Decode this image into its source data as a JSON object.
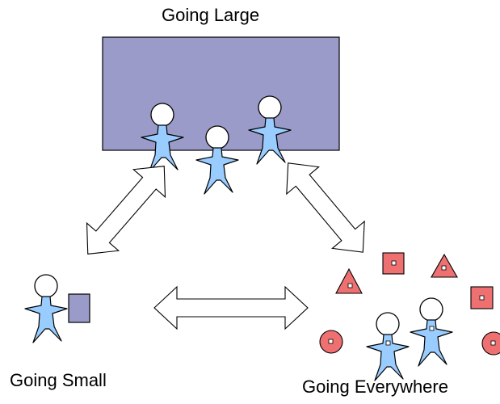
{
  "labels": {
    "going_large": "Going Large",
    "going_small": "Going Small",
    "going_everywhere": "Going Everywhere"
  },
  "colors": {
    "large_rect_fill": "#9b9bc9",
    "person_fill": "#99ccff",
    "shape_fill": "#ee7070",
    "arrow_fill": "#ffffff",
    "stroke": "#000000"
  }
}
